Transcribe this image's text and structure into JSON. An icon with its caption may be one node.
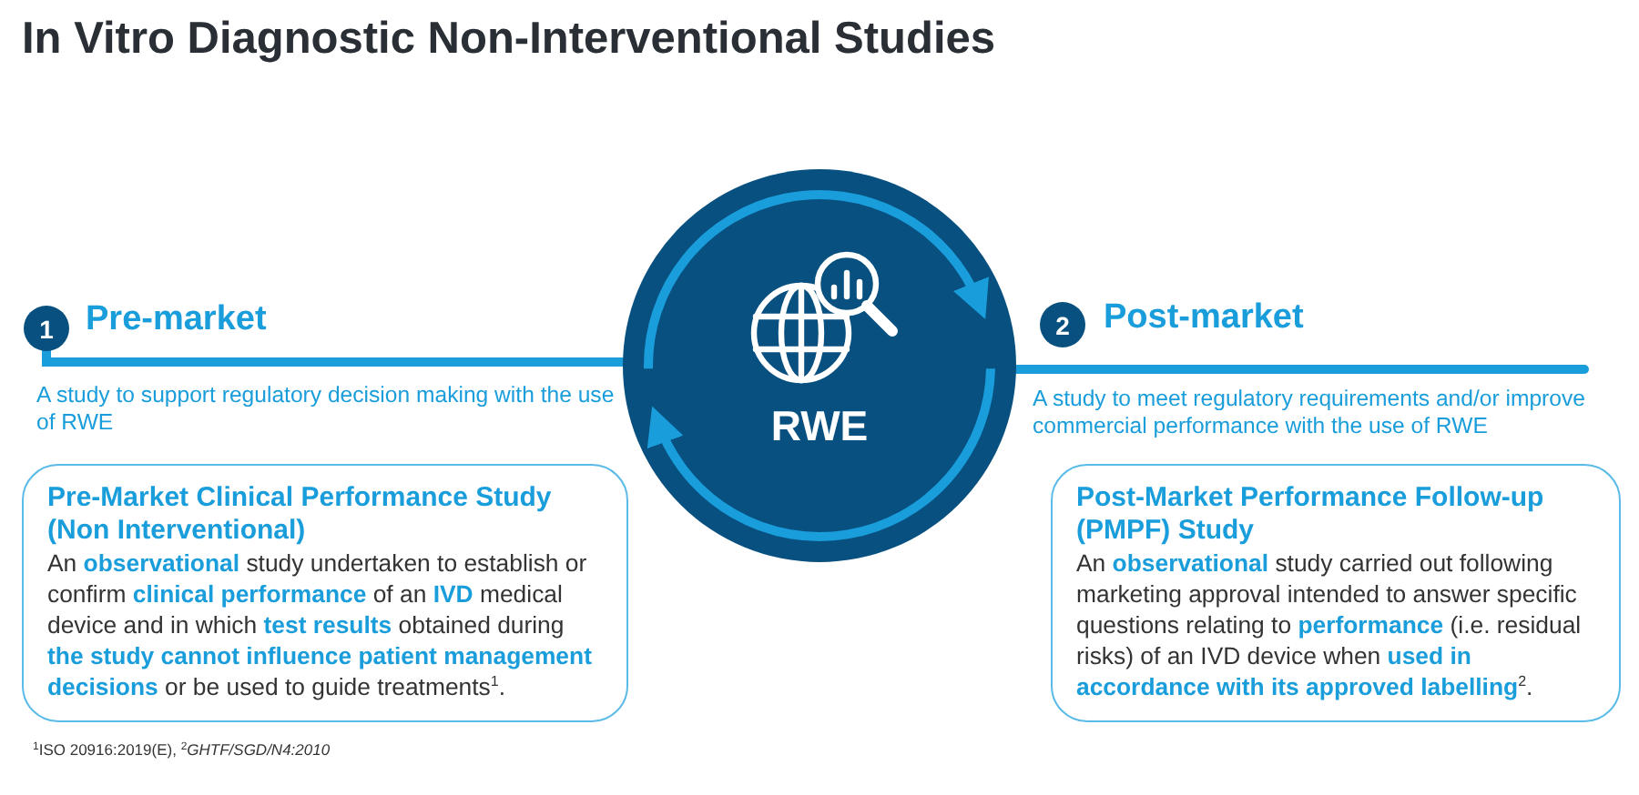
{
  "diagram": {
    "title": "In Vitro Diagnostic Non-Interventional Studies",
    "nodes": [
      {
        "text": [
          "RWE"
        ]
      },
      {
        "text": [
          "1"
        ],
        "beside": [
          "Pre-market"
        ]
      },
      {
        "text": [
          "2"
        ],
        "beside": [
          "Post-market"
        ]
      },
      {
        "text": [
          "Pre-Market Clinical Performance Study (Non Interventional)",
          "An **observational** study undertaken to establish or confirm **clinical performance** of an **IVD** medical device and in which **test results** obtained during **the study cannot influence patient management decisions** or be used to guide treatments$^{1}$."
        ]
      },
      {
        "text": [
          "Post-Market Performance Follow-up (PMPF) Study",
          "An **observational** study carried out following marketing approval intended to answer specific questions relating to **performance** (i.e. residual risks) of an IVD device when **used in accordance with its approved labelling**$^{2}$."
        ]
      }
    ],
    "edges": [
      {
        "from": 1,
        "to": 0,
        "arrow": "none"
      },
      {
        "from": 0,
        "to": null,
        "arrow": "none"
      }
    ],
    "labels": [
      "A study to support regulatory decision making with the use of RWE",
      "A study to meet regulatory requirements and/or improve commercial performance with the use of RWE",
      "$^{1}$ISO 20916:2019(E), $^{2}$*GHTF/SGD/N4:2010*"
    ]
  }
}
